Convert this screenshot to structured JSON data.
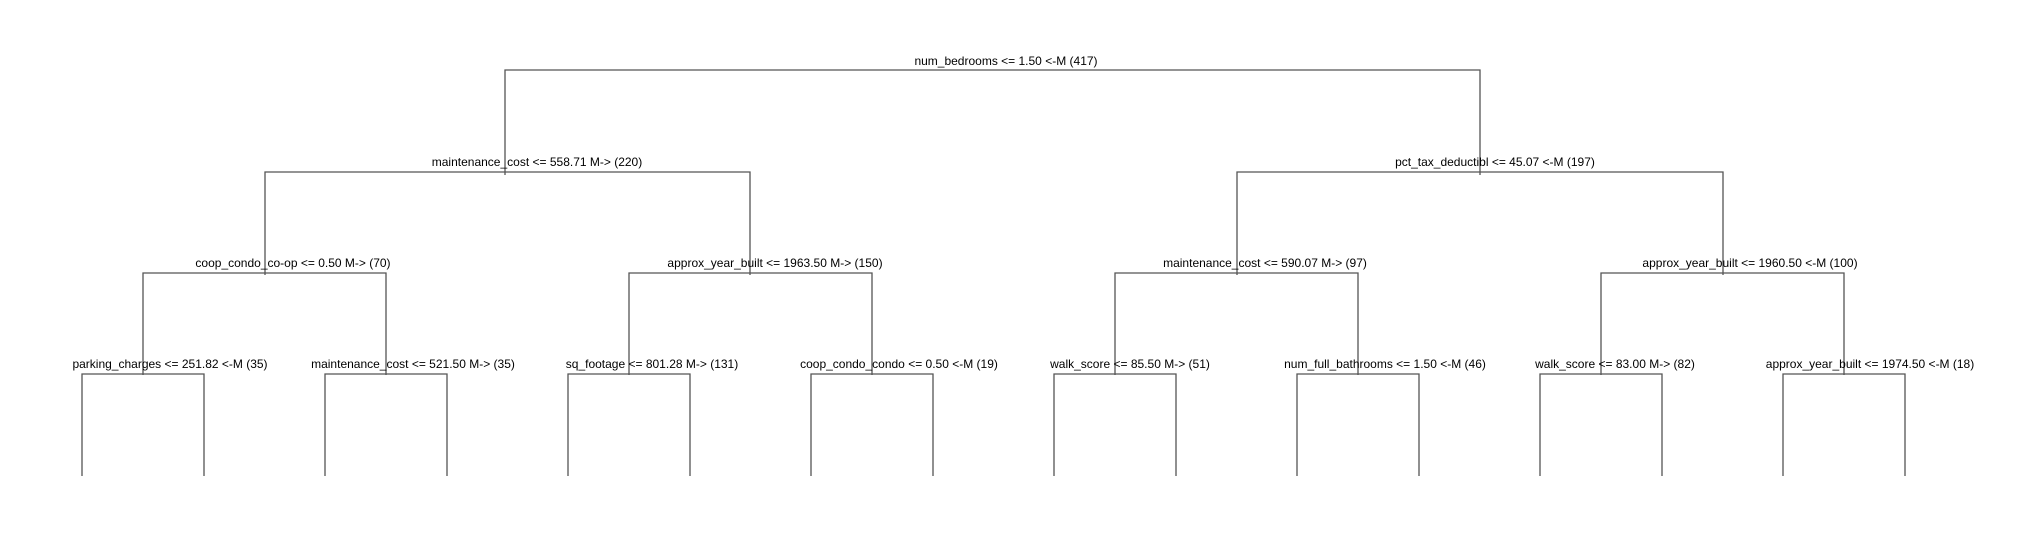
{
  "tree": {
    "nodes": [
      {
        "id": "root",
        "label": "num_bedrooms <= 1.50 <-M (417)"
      },
      {
        "id": "l",
        "label": "maintenance_cost <= 558.71 M-> (220)"
      },
      {
        "id": "r",
        "label": "pct_tax_deductibl <= 45.07 <-M (197)"
      },
      {
        "id": "ll",
        "label": "coop_condo_co-op <= 0.50 M-> (70)"
      },
      {
        "id": "lr",
        "label": "approx_year_built <= 1963.50 M-> (150)"
      },
      {
        "id": "rl",
        "label": "maintenance_cost <= 590.07 M-> (97)"
      },
      {
        "id": "rr",
        "label": "approx_year_built <= 1960.50 <-M (100)"
      },
      {
        "id": "lll",
        "label": "parking_charges <= 251.82 <-M (35)"
      },
      {
        "id": "llr",
        "label": "maintenance_cost <= 521.50 M-> (35)"
      },
      {
        "id": "lrl",
        "label": "sq_footage <= 801.28 M-> (131)"
      },
      {
        "id": "lrr",
        "label": "coop_condo_condo <= 0.50 <-M (19)"
      },
      {
        "id": "rll",
        "label": "walk_score <= 85.50 M-> (51)"
      },
      {
        "id": "rlr",
        "label": "num_full_bathrooms <= 1.50 <-M (46)"
      },
      {
        "id": "rrl",
        "label": "walk_score <= 83.00 M-> (82)"
      },
      {
        "id": "rrr",
        "label": "approx_year_built <= 1974.50 <-M (18)"
      }
    ]
  }
}
